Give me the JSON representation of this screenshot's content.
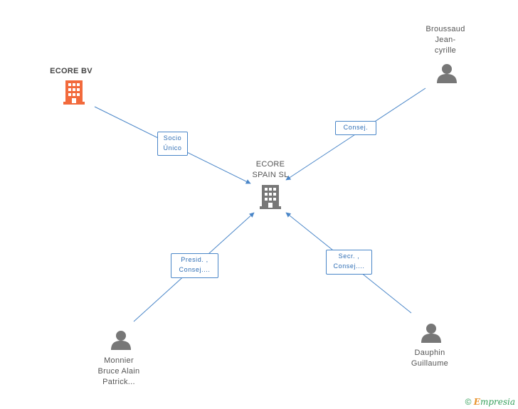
{
  "nodes": {
    "ecore_bv": {
      "label": "ECORE BV",
      "type": "company"
    },
    "ecore_spain": {
      "label_line1": "ECORE",
      "label_line2": "SPAIN SL",
      "type": "company"
    },
    "broussaud": {
      "line1": "Broussaud",
      "line2": "Jean-",
      "line3": "cyrille",
      "type": "person"
    },
    "monnier": {
      "line1": "Monnier",
      "line2": "Bruce Alain",
      "line3": "Patrick...",
      "type": "person"
    },
    "dauphin": {
      "line1": "Dauphin",
      "line2": "Guillaume",
      "type": "person"
    }
  },
  "relations": {
    "socio": {
      "line1": "Socio",
      "line2": "Único"
    },
    "consej": {
      "line1": "Consej."
    },
    "presid": {
      "line1": "Presid. ,",
      "line2": "Consej...."
    },
    "secr": {
      "line1": "Secr. ,",
      "line2": "Consej...."
    }
  },
  "colors": {
    "edge": "#4a86c8",
    "main_company": "#f26a3c",
    "company": "#777777",
    "person": "#777777"
  },
  "icons": {
    "company": "building-icon",
    "person": "person-icon"
  },
  "branding": {
    "copyright": "©",
    "e": "E",
    "rest": "mpresia"
  }
}
